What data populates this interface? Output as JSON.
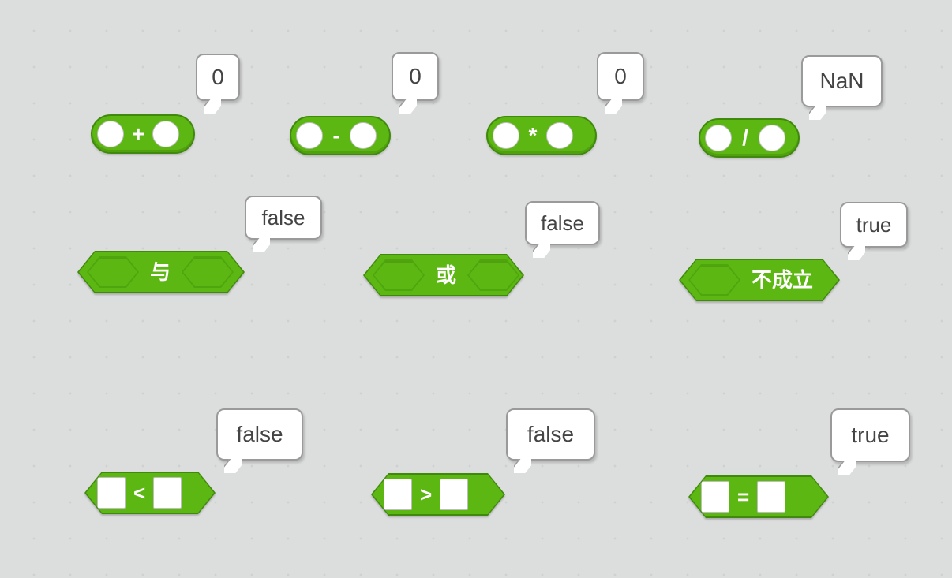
{
  "palette": {
    "block_fill": "#5cb712",
    "block_edge": "#3f8a0c",
    "canvas": "#dcdddd",
    "bubble_border": "#9a9a9a"
  },
  "operator_blocks": [
    {
      "id": "add",
      "operator": "+",
      "result": "0"
    },
    {
      "id": "subtract",
      "operator": "-",
      "result": "0"
    },
    {
      "id": "multiply",
      "operator": "*",
      "result": "0"
    },
    {
      "id": "divide",
      "operator": "/",
      "result": "NaN"
    }
  ],
  "boolean_blocks": [
    {
      "id": "and",
      "label": "与",
      "result": "false"
    },
    {
      "id": "or",
      "label": "或",
      "result": "false"
    },
    {
      "id": "not",
      "label": "不成立",
      "result": "true"
    }
  ],
  "compare_blocks": [
    {
      "id": "less-than",
      "operator": "<",
      "result": "false"
    },
    {
      "id": "greater-than",
      "operator": ">",
      "result": "false"
    },
    {
      "id": "equals",
      "operator": "=",
      "result": "true"
    }
  ]
}
